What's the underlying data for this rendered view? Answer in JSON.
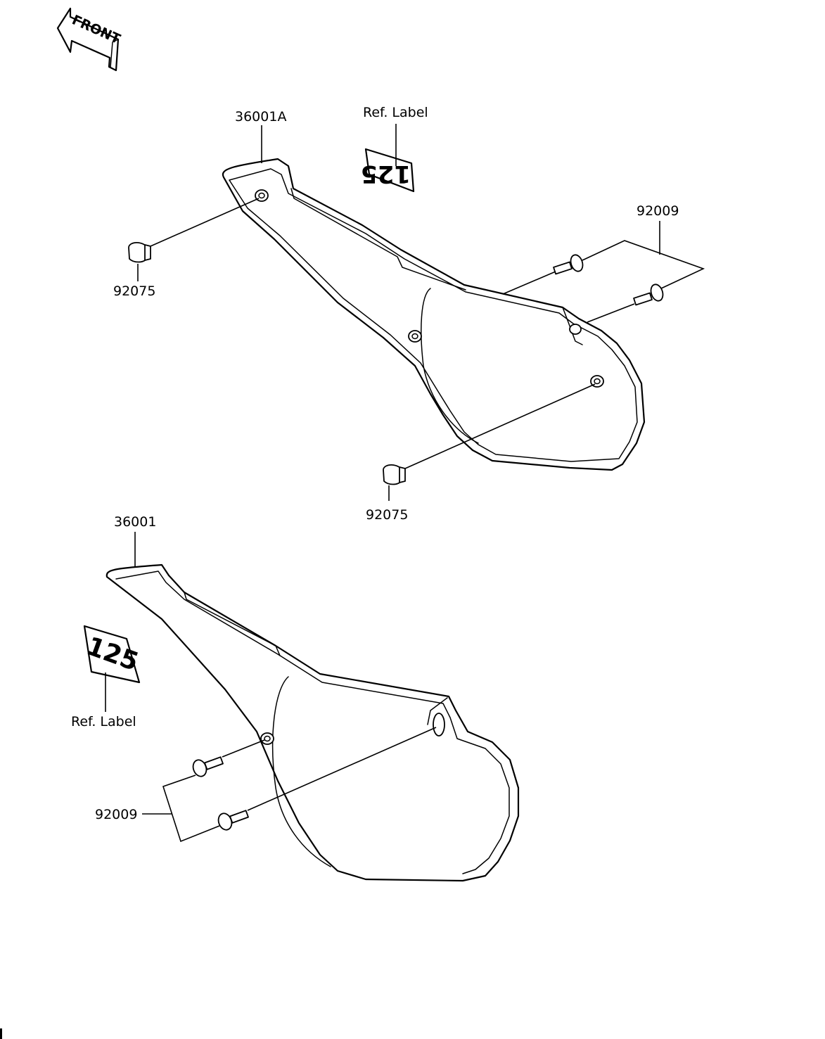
{
  "front_arrow": {
    "text": "FRONT"
  },
  "labels": {
    "cover_right": "36001A",
    "cover_left": "36001",
    "ref_label_top": "Ref. Label",
    "ref_label_bottom": "Ref. Label",
    "screw_top": "92009",
    "screw_bottom": "92009",
    "grommet_top": "92075",
    "grommet_bottom": "92075"
  },
  "decals": {
    "top": "125",
    "bottom": "125"
  }
}
